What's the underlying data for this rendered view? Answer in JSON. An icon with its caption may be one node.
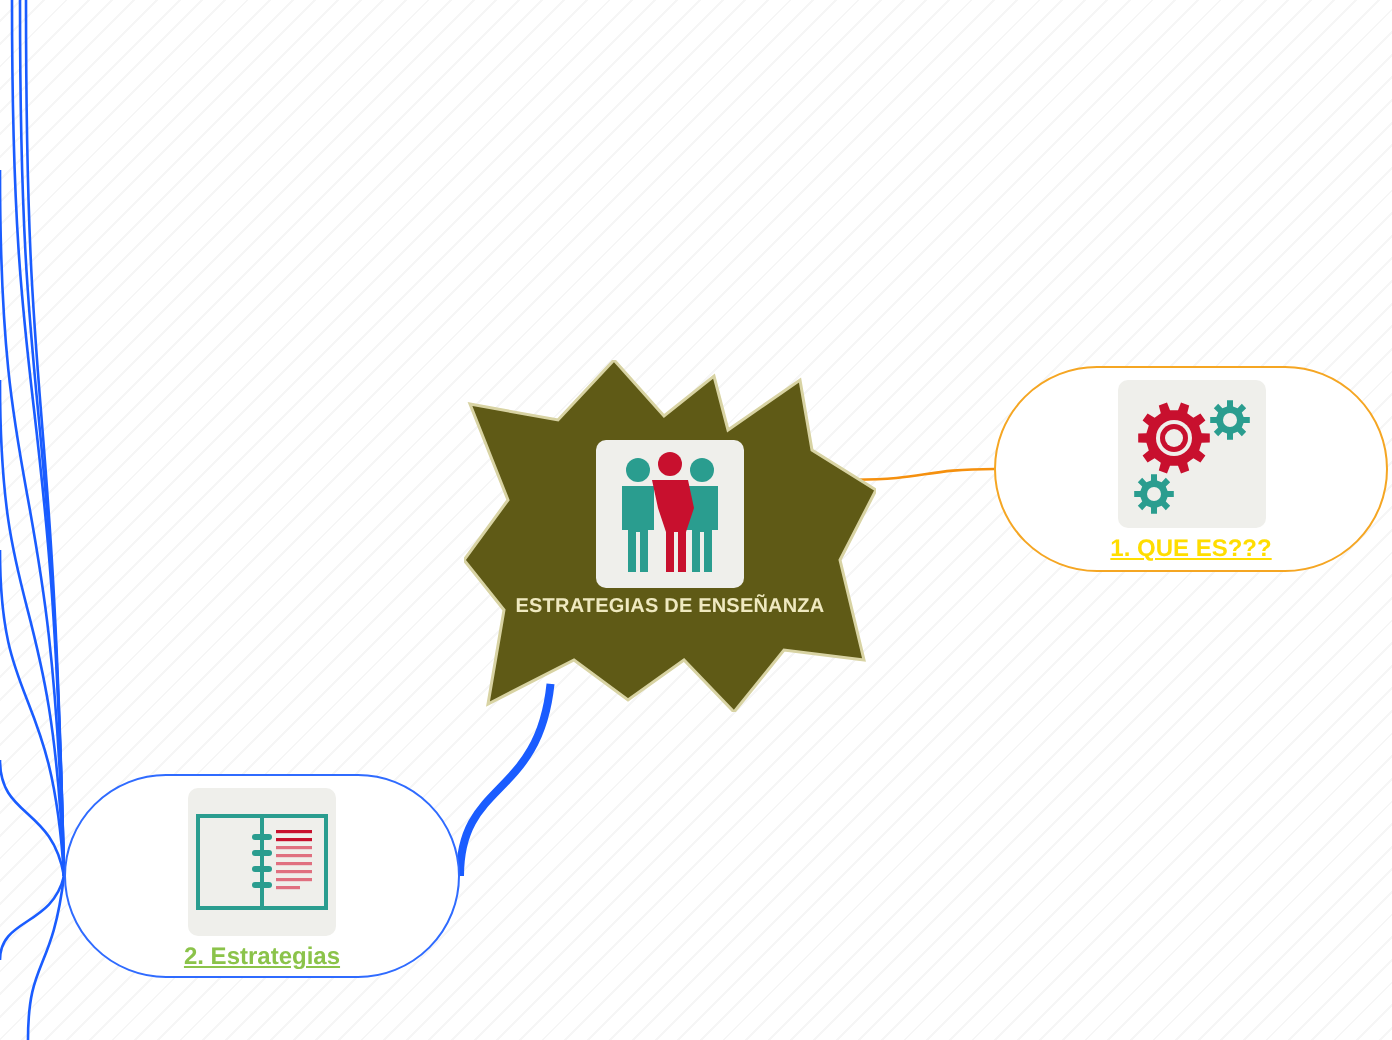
{
  "diagram": {
    "nodes": [
      {
        "text": [
          "ESTRATEGIAS DE ENSEÑANZA"
        ]
      },
      {
        "text": [
          "1. QUE ES???"
        ]
      },
      {
        "text": [
          "2. Estrategias"
        ]
      }
    ],
    "edges": [
      {
        "from": 0,
        "to": 1,
        "arrow": "none",
        "color": "#f5900e"
      },
      {
        "from": 0,
        "to": 2,
        "arrow": "none",
        "style": "thick"
      },
      {
        "from": 2,
        "to": null,
        "arrow": "none"
      },
      {
        "from": 2,
        "to": null,
        "arrow": "none"
      },
      {
        "from": 2,
        "to": null,
        "arrow": "none"
      },
      {
        "from": 2,
        "to": null,
        "arrow": "none"
      },
      {
        "from": 2,
        "to": null,
        "arrow": "none"
      },
      {
        "from": 2,
        "to": null,
        "arrow": "none"
      },
      {
        "from": 2,
        "to": null,
        "arrow": "none"
      },
      {
        "from": 2,
        "to": null,
        "arrow": "none"
      },
      {
        "from": 2,
        "to": null,
        "arrow": "none"
      }
    ]
  }
}
